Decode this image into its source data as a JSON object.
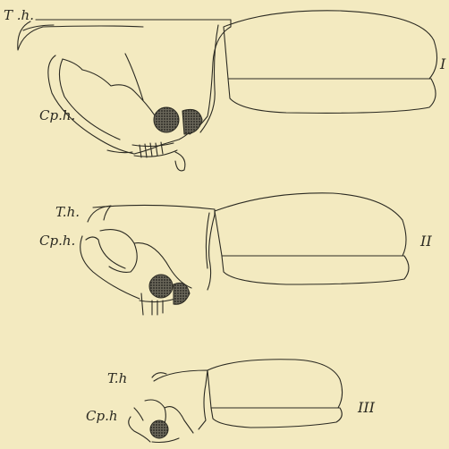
{
  "figure_1": {
    "label_thoracic_horn": "T .h.",
    "label_cephalic_horn": "Cp.h.",
    "numeral": "I"
  },
  "figure_2": {
    "label_thoracic_horn": "T.h.",
    "label_cephalic_horn": "Cp.h.",
    "numeral": "II"
  },
  "figure_3": {
    "label_thoracic_horn": "T.h",
    "label_cephalic_horn": "Cp.h",
    "numeral": "III"
  },
  "colors": {
    "paper": "#f3eac0",
    "ink": "#2b2a22"
  }
}
